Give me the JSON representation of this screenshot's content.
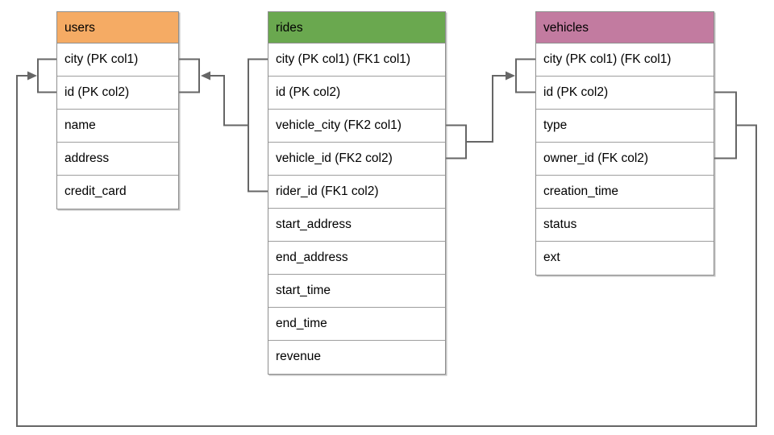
{
  "diagram": {
    "kind": "database-schema",
    "tables": {
      "users": {
        "title": "users",
        "header_color": "#F5AB64",
        "columns": [
          "city (PK col1)",
          "id (PK col2)",
          "name",
          "address",
          "credit_card"
        ]
      },
      "rides": {
        "title": "rides",
        "header_color": "#6AA84F",
        "columns": [
          "city (PK col1) (FK1 col1)",
          "id (PK col2)",
          "vehicle_city (FK2 col1)",
          "vehicle_id (FK2 col2)",
          "rider_id (FK1 col2)",
          "start_address",
          "end_address",
          "start_time",
          "end_time",
          "revenue"
        ]
      },
      "vehicles": {
        "title": "vehicles",
        "header_color": "#C27BA0",
        "columns": [
          "city (PK col1) (FK col1)",
          "id (PK col2)",
          "type",
          "owner_id (FK col2)",
          "creation_time",
          "status",
          "ext"
        ]
      }
    },
    "relationships": [
      {
        "name": "FK1",
        "from_table": "rides",
        "from_columns": [
          "city",
          "rider_id"
        ],
        "to_table": "users",
        "to_columns": [
          "city",
          "id"
        ],
        "arrow_points_to": "users"
      },
      {
        "name": "FK2",
        "from_table": "rides",
        "from_columns": [
          "vehicle_city",
          "vehicle_id"
        ],
        "to_table": "vehicles",
        "to_columns": [
          "city",
          "id"
        ],
        "arrow_points_to": "vehicles"
      },
      {
        "name": "FK",
        "from_table": "vehicles",
        "from_columns": [
          "city",
          "owner_id"
        ],
        "to_table": "users",
        "to_columns": [
          "city",
          "id"
        ],
        "arrow_points_to": "users"
      }
    ],
    "colors": {
      "connector": "#666666",
      "table_border": "#8f8f8f",
      "row_divider": "#9e9e9e",
      "text": "#000000",
      "background": "#ffffff"
    }
  }
}
